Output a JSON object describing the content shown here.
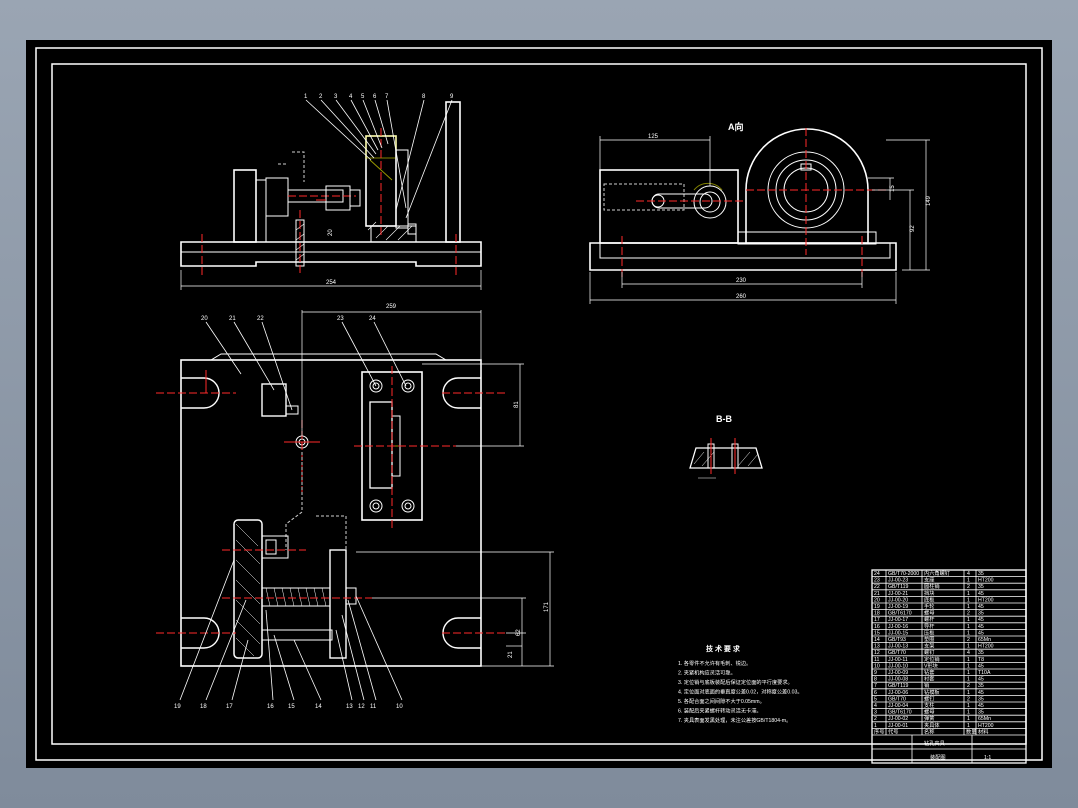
{
  "colors": {
    "background": "#000000",
    "line": "#ffffff",
    "center": "#ff2a2a",
    "hidden": "#cfcfcf",
    "accent": "#ffff00"
  },
  "views": {
    "a_view": {
      "label": "A向"
    },
    "section_bb": {
      "label": "B-B"
    }
  },
  "dimensions": {
    "front_width": "254",
    "top_width": "259",
    "side_offset": "125",
    "side_base_inner": "230",
    "side_base_outer": "260",
    "side_height": "149",
    "side_h2": "92",
    "side_h3": "15",
    "top_v1": "81",
    "top_v2": "171",
    "top_v3": "62",
    "top_v4": "21",
    "front_v1": "20"
  },
  "balloons_front": [
    "1",
    "2",
    "3",
    "4",
    "5",
    "6",
    "7",
    "8",
    "9"
  ],
  "balloons_top": [
    "20",
    "21",
    "22",
    "23",
    "24"
  ],
  "balloons_bottom": [
    "19",
    "18",
    "17",
    "16",
    "15",
    "14",
    "13",
    "12",
    "11",
    "10"
  ],
  "tech": {
    "title": "技 术 要 求",
    "lines": [
      "1. 各零件不允许有毛刺、锐边。",
      "2. 夹紧机构应灵活可靠。",
      "3. 定位销与底板装配后保证定位面的平行度要求。",
      "4. 定位面对底面的垂直度公差0.02，对称度公差0.03。",
      "5. 各配合面之间间隙不大于0.05mm。",
      "6. 装配后夹紧螺杆转动灵活无卡滞。",
      "7. 夹具表面发黑处理，未注公差按GB/T1804-m。"
    ]
  },
  "title_block": {
    "name": "钻孔夹具",
    "part_no": "装配图",
    "rows": [
      {
        "no": "24",
        "code": "GB/T70-2000",
        "name": "内六角螺钉",
        "qty": "4",
        "mat": "35"
      },
      {
        "no": "23",
        "code": "JJ-00-23",
        "name": "支座",
        "qty": "1",
        "mat": "HT200"
      },
      {
        "no": "22",
        "code": "GB/T119",
        "name": "圆柱销",
        "qty": "2",
        "mat": "35"
      },
      {
        "no": "21",
        "code": "JJ-00-21",
        "name": "挡块",
        "qty": "1",
        "mat": "45"
      },
      {
        "no": "20",
        "code": "JJ-00-20",
        "name": "底板",
        "qty": "1",
        "mat": "HT200"
      },
      {
        "no": "19",
        "code": "JJ-00-19",
        "name": "手轮",
        "qty": "1",
        "mat": "45"
      },
      {
        "no": "18",
        "code": "GB/T6170",
        "name": "螺母",
        "qty": "2",
        "mat": "35"
      },
      {
        "no": "17",
        "code": "JJ-00-17",
        "name": "螺杆",
        "qty": "1",
        "mat": "45"
      },
      {
        "no": "16",
        "code": "JJ-00-16",
        "name": "导杆",
        "qty": "1",
        "mat": "45"
      },
      {
        "no": "15",
        "code": "JJ-00-15",
        "name": "压板",
        "qty": "1",
        "mat": "45"
      },
      {
        "no": "14",
        "code": "GB/T93",
        "name": "垫圈",
        "qty": "2",
        "mat": "65Mn"
      },
      {
        "no": "13",
        "code": "JJ-00-13",
        "name": "支架",
        "qty": "1",
        "mat": "HT200"
      },
      {
        "no": "12",
        "code": "GB/T70",
        "name": "螺钉",
        "qty": "4",
        "mat": "35"
      },
      {
        "no": "11",
        "code": "JJ-00-11",
        "name": "定位销",
        "qty": "1",
        "mat": "T8"
      },
      {
        "no": "10",
        "code": "JJ-00-10",
        "name": "V形块",
        "qty": "1",
        "mat": "45"
      },
      {
        "no": "9",
        "code": "JJ-00-09",
        "name": "钻套",
        "qty": "1",
        "mat": "T10A"
      },
      {
        "no": "8",
        "code": "JJ-00-08",
        "name": "衬套",
        "qty": "1",
        "mat": "45"
      },
      {
        "no": "7",
        "code": "GB/T119",
        "name": "销",
        "qty": "2",
        "mat": "35"
      },
      {
        "no": "6",
        "code": "JJ-00-06",
        "name": "钻模板",
        "qty": "1",
        "mat": "45"
      },
      {
        "no": "5",
        "code": "GB/T70",
        "name": "螺钉",
        "qty": "2",
        "mat": "35"
      },
      {
        "no": "4",
        "code": "JJ-00-04",
        "name": "支柱",
        "qty": "1",
        "mat": "45"
      },
      {
        "no": "3",
        "code": "GB/T6170",
        "name": "螺母",
        "qty": "1",
        "mat": "35"
      },
      {
        "no": "2",
        "code": "JJ-00-02",
        "name": "弹簧",
        "qty": "1",
        "mat": "65Mn"
      },
      {
        "no": "1",
        "code": "JJ-00-01",
        "name": "夹具体",
        "qty": "1",
        "mat": "HT200"
      }
    ],
    "headers": [
      "序号",
      "代号",
      "名称",
      "数量",
      "材料"
    ],
    "scale": "1:1"
  }
}
